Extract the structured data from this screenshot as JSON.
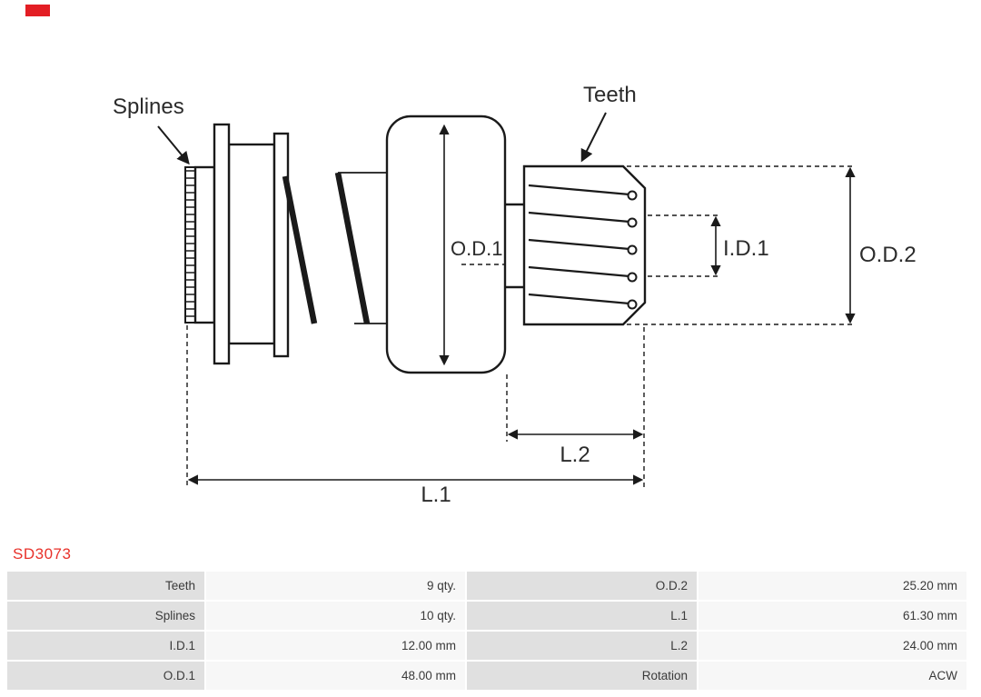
{
  "header": {
    "part_number": "SD3073"
  },
  "colors": {
    "brand_red": "#e31e24",
    "part_number_red": "#e8312a",
    "table_label_bg": "#e0e0e0",
    "table_value_bg": "#f7f7f7",
    "drawing_stroke": "#1a1a1a"
  },
  "diagram": {
    "labels": {
      "splines": "Splines",
      "teeth": "Teeth",
      "od1": "O.D.1",
      "id1": "I.D.1",
      "od2": "O.D.2",
      "l1": "L.1",
      "l2": "L.2"
    }
  },
  "table": {
    "rows": [
      {
        "label_left": "Teeth",
        "value_left": "9 qty.",
        "label_right": "O.D.2",
        "value_right": "25.20 mm"
      },
      {
        "label_left": "Splines",
        "value_left": "10 qty.",
        "label_right": "L.1",
        "value_right": "61.30 mm"
      },
      {
        "label_left": "I.D.1",
        "value_left": "12.00 mm",
        "label_right": "L.2",
        "value_right": "24.00 mm"
      },
      {
        "label_left": "O.D.1",
        "value_left": "48.00 mm",
        "label_right": "Rotation",
        "value_right": "ACW"
      }
    ]
  }
}
